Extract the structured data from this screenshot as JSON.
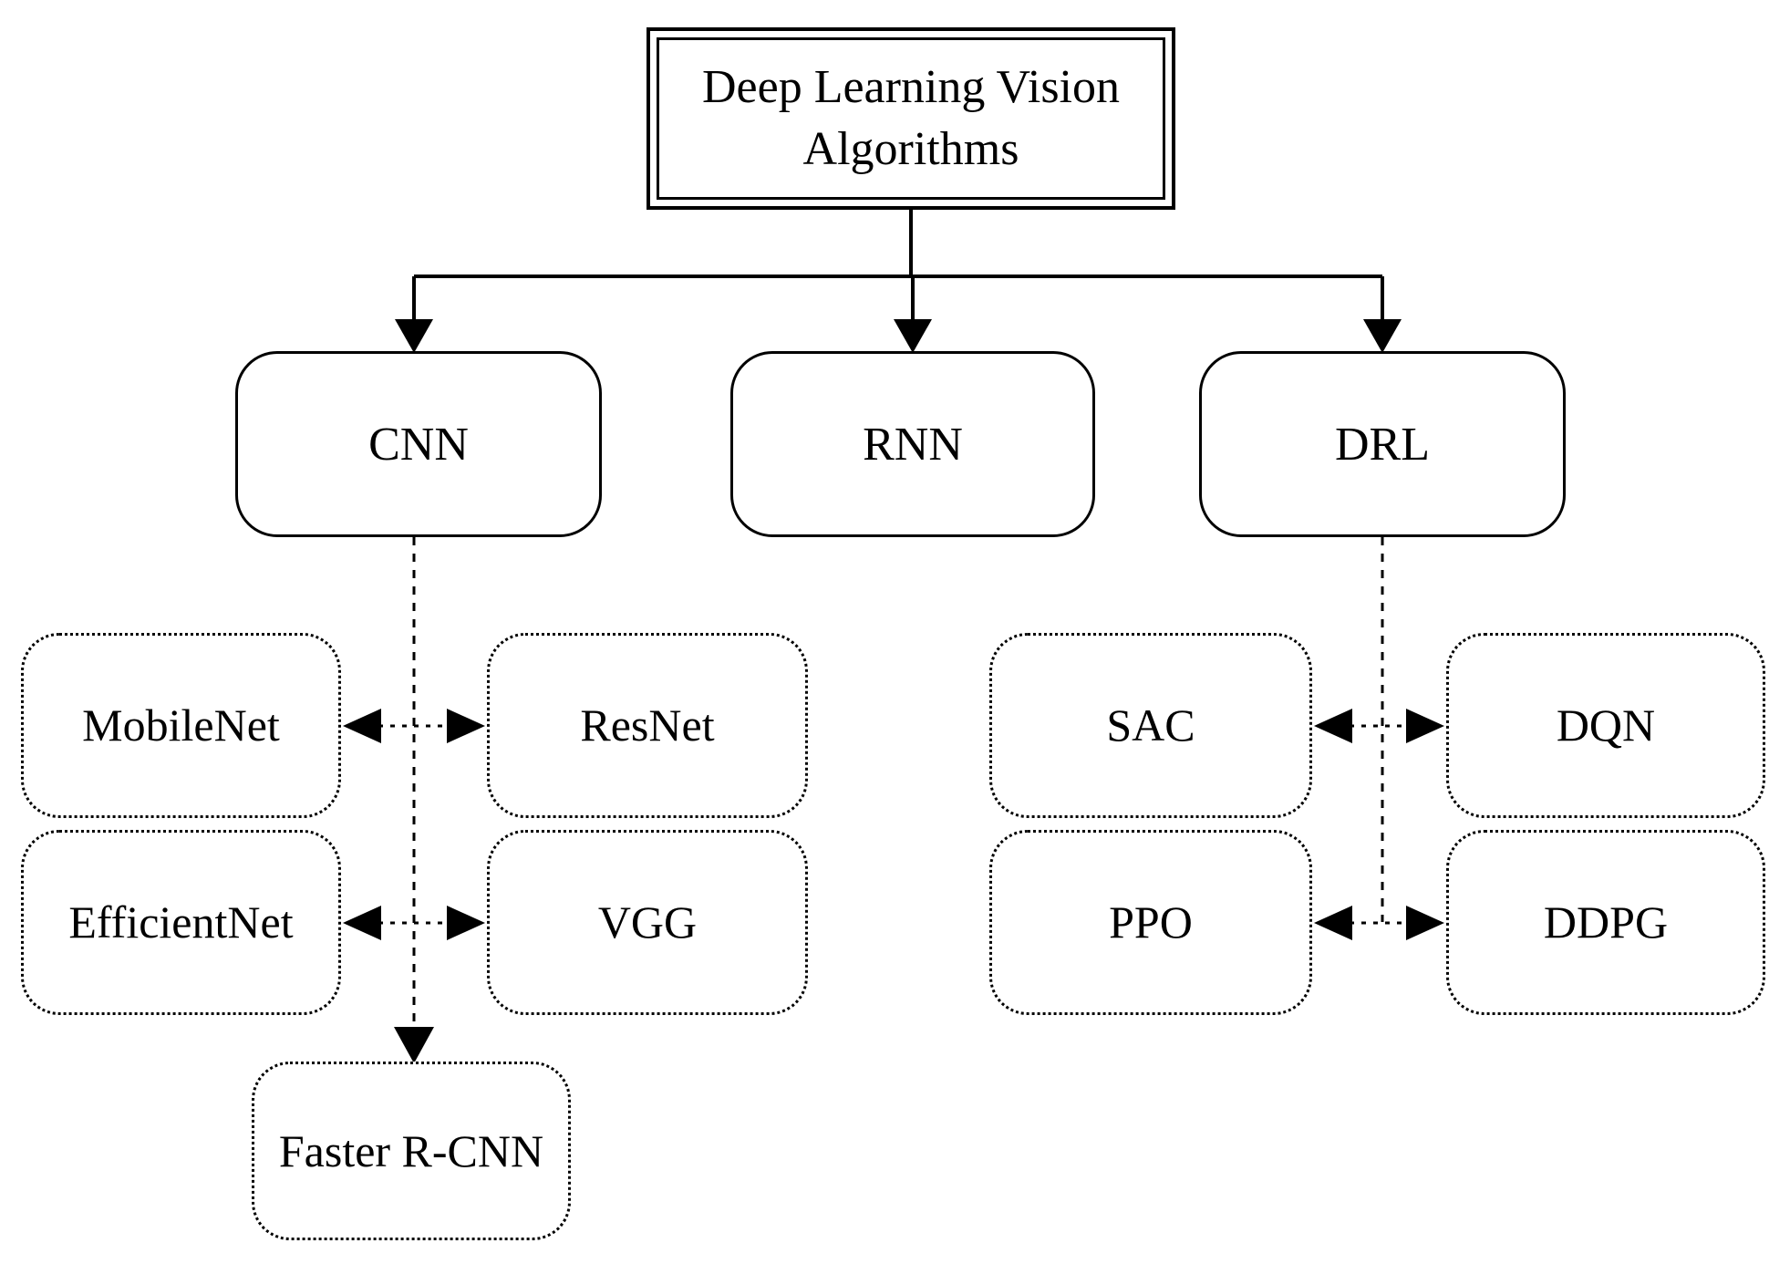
{
  "diagram": {
    "title": {
      "label": "Deep Learning Vision Algorithms"
    },
    "level1": [
      {
        "label": "CNN"
      },
      {
        "label": "RNN"
      },
      {
        "label": "DRL"
      }
    ],
    "cnn_children": [
      {
        "label": "MobileNet"
      },
      {
        "label": "ResNet"
      },
      {
        "label": "EfficientNet"
      },
      {
        "label": "VGG"
      },
      {
        "label": "Faster R-CNN"
      }
    ],
    "drl_children": [
      {
        "label": "SAC"
      },
      {
        "label": "DQN"
      },
      {
        "label": "PPO"
      },
      {
        "label": "DDPG"
      }
    ],
    "colors": {
      "line": "#000000",
      "text": "#000000",
      "background": "#ffffff"
    }
  }
}
